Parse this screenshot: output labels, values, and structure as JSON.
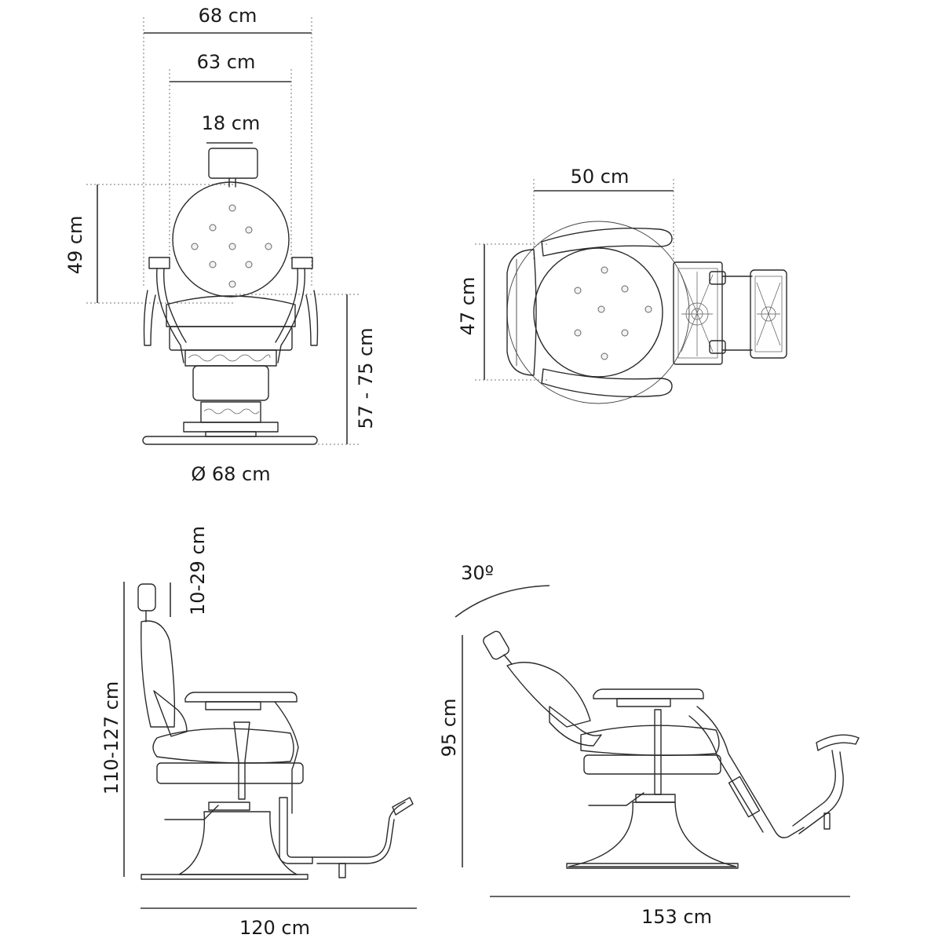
{
  "views": {
    "front": {
      "width_outer": "68 cm",
      "width_inner": "63 cm",
      "headrest_width": "18 cm",
      "backrest_height": "49 cm",
      "seat_height": "57 - 75 cm",
      "base_diameter": "Ø 68 cm"
    },
    "top": {
      "width": "50 cm",
      "depth": "47 cm"
    },
    "side": {
      "headrest_travel": "10-29 cm",
      "total_height": "110-127 cm",
      "length": "120 cm"
    },
    "reclined": {
      "angle": "30º",
      "height": "95 cm",
      "length": "153 cm"
    }
  }
}
